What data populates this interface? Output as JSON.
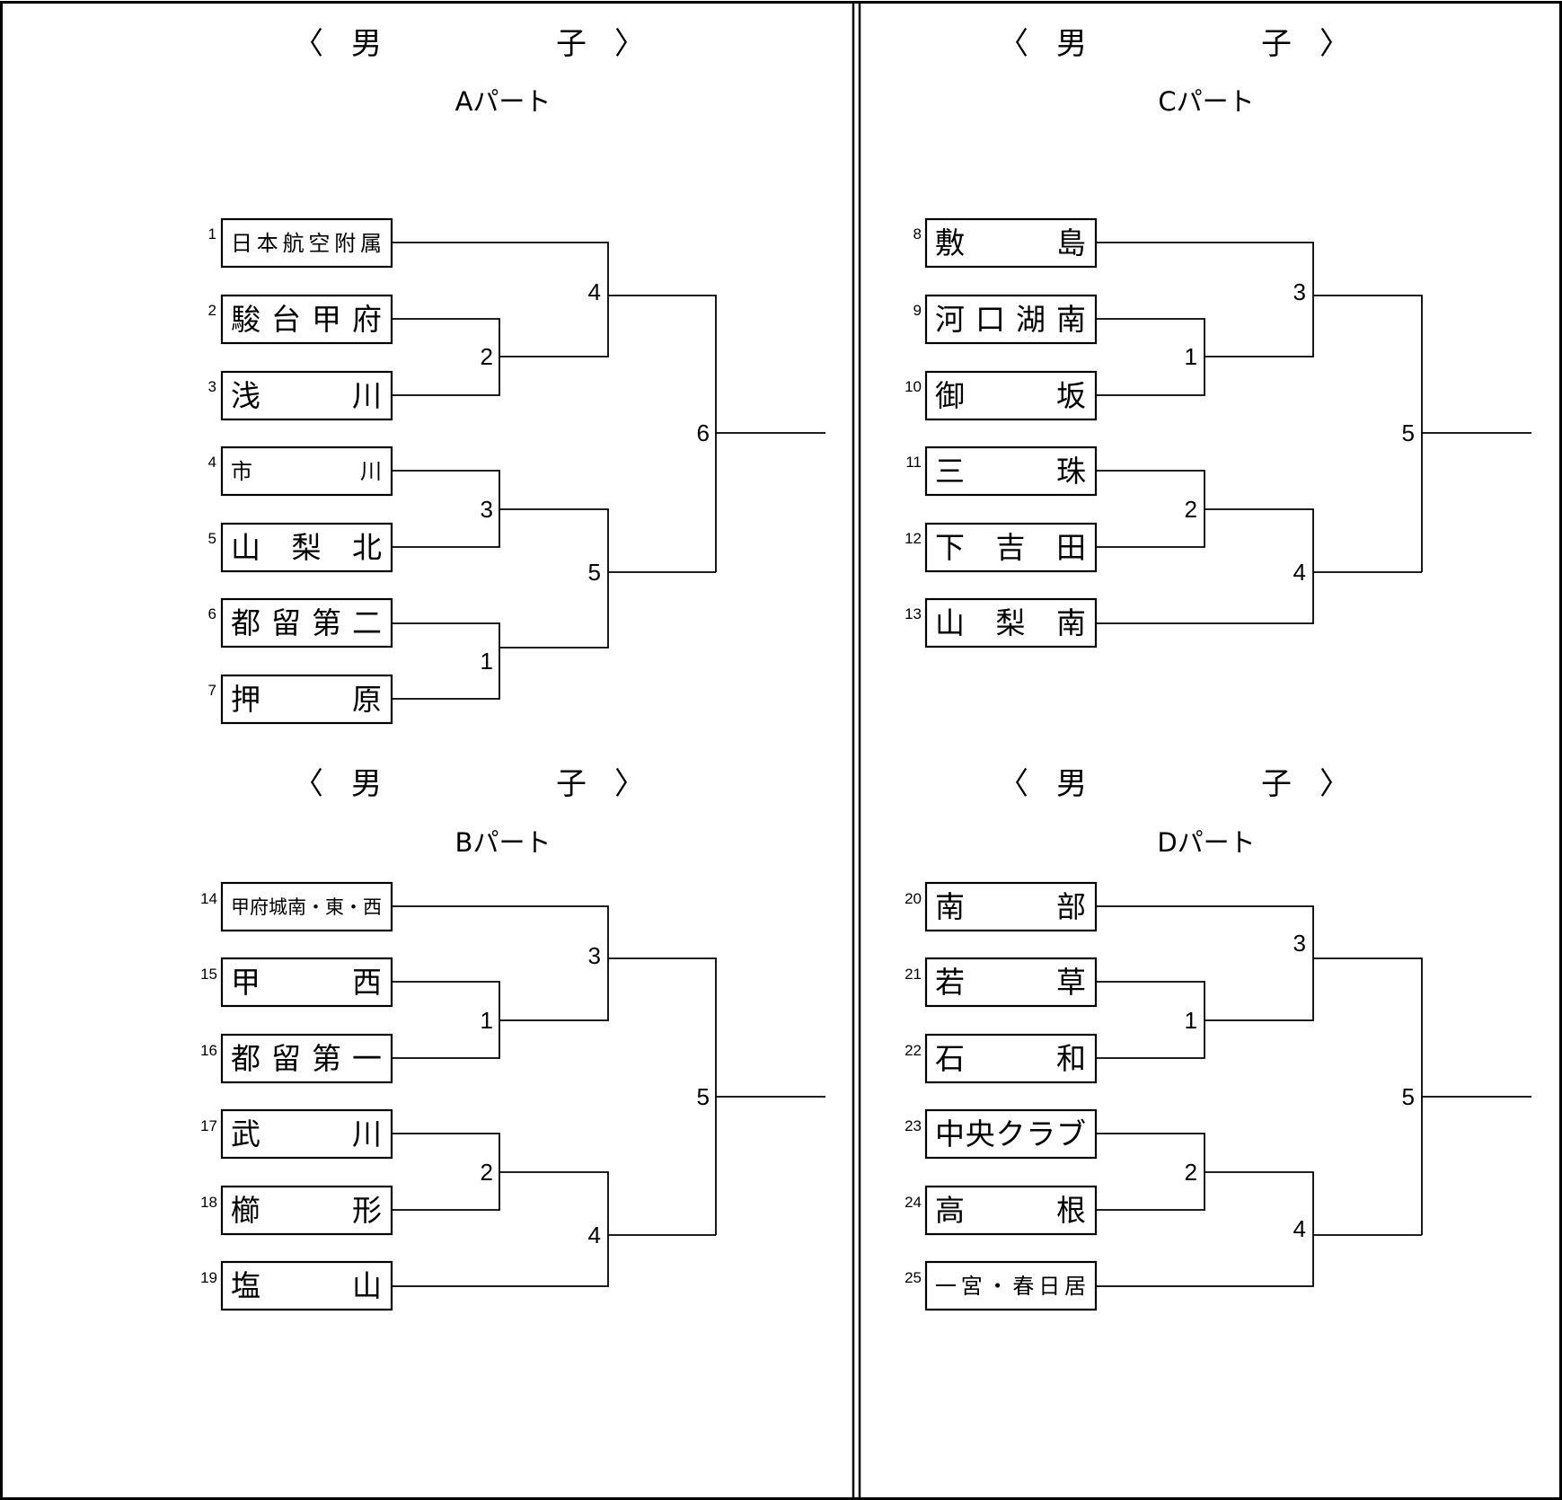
{
  "panels": [
    {
      "title": [
        "〈",
        "男",
        "子",
        "〉"
      ],
      "part": "Aパート",
      "teams": [
        {
          "seed": "1",
          "name": "日本航空附属"
        },
        {
          "seed": "2",
          "name": "駿台甲府"
        },
        {
          "seed": "3",
          "name": "浅 川"
        },
        {
          "seed": "4",
          "name": "市 川"
        },
        {
          "seed": "5",
          "name": "山梨北"
        },
        {
          "seed": "6",
          "name": "都留第二"
        },
        {
          "seed": "7",
          "name": "押 原"
        }
      ],
      "matches": [
        "4",
        "2",
        "3",
        "5",
        "1",
        "6"
      ]
    },
    {
      "title": [
        "〈",
        "男",
        "子",
        "〉"
      ],
      "part": "Bパート",
      "teams": [
        {
          "seed": "14",
          "name": "甲府城南・東・西"
        },
        {
          "seed": "15",
          "name": "甲 西"
        },
        {
          "seed": "16",
          "name": "都留第一"
        },
        {
          "seed": "17",
          "name": "武 川"
        },
        {
          "seed": "18",
          "name": "櫛 形"
        },
        {
          "seed": "19",
          "name": "塩 山"
        }
      ],
      "matches": [
        "3",
        "1",
        "2",
        "4",
        "5"
      ]
    },
    {
      "title": [
        "〈",
        "男",
        "子",
        "〉"
      ],
      "part": "Cパート",
      "teams": [
        {
          "seed": "8",
          "name": "敷 島"
        },
        {
          "seed": "9",
          "name": "河口湖南"
        },
        {
          "seed": "10",
          "name": "御 坂"
        },
        {
          "seed": "11",
          "name": "三 珠"
        },
        {
          "seed": "12",
          "name": "下吉田"
        },
        {
          "seed": "13",
          "name": "山梨南"
        }
      ],
      "matches": [
        "3",
        "1",
        "2",
        "4",
        "5"
      ]
    },
    {
      "title": [
        "〈",
        "男",
        "子",
        "〉"
      ],
      "part": "Dパート",
      "teams": [
        {
          "seed": "20",
          "name": "南 部"
        },
        {
          "seed": "21",
          "name": "若 草"
        },
        {
          "seed": "22",
          "name": "石 和"
        },
        {
          "seed": "23",
          "name": "中央クラブ"
        },
        {
          "seed": "24",
          "name": "高 根"
        },
        {
          "seed": "25",
          "name": "一宮・春日居"
        }
      ],
      "matches": [
        "3",
        "1",
        "2",
        "4",
        "5"
      ]
    }
  ]
}
